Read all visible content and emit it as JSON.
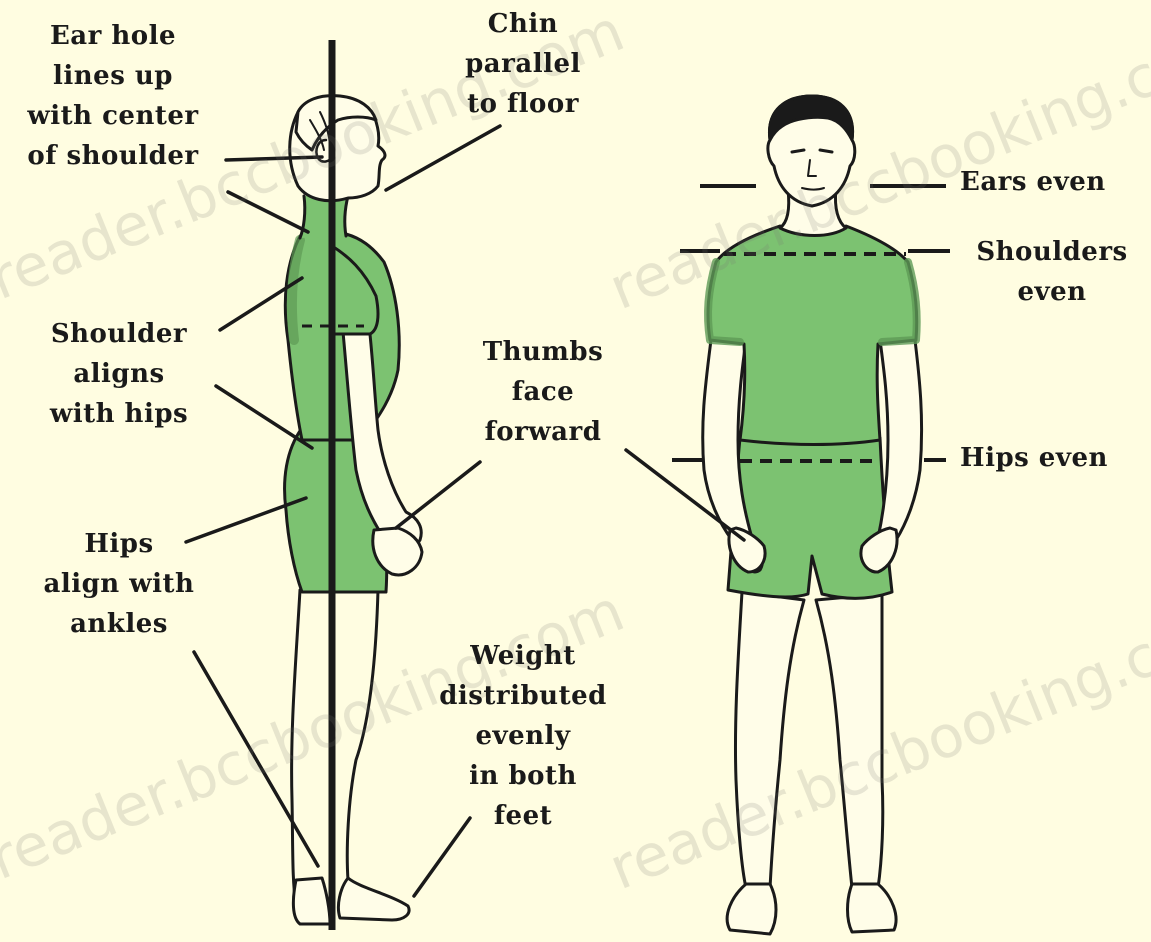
{
  "labels": {
    "ear_hole": [
      "Ear hole",
      "lines up",
      "with center",
      "of shoulder"
    ],
    "chin": [
      "Chin",
      "parallel",
      "to floor"
    ],
    "shoulder_hips": [
      "Shoulder",
      "aligns",
      "with hips"
    ],
    "thumbs": [
      "Thumbs",
      "face",
      "forward"
    ],
    "hips_ankles": [
      "Hips",
      "align with",
      "ankles"
    ],
    "weight": [
      "Weight",
      "distributed",
      "evenly",
      "in both",
      "feet"
    ],
    "ears_even": [
      "Ears even"
    ],
    "shoulders_even": [
      "Shoulders",
      "even"
    ],
    "hips_even": [
      "Hips even"
    ]
  },
  "watermark_text": "reader.bccbooking.com",
  "colors": {
    "background": "#FFFDE1",
    "shirt": "#7CC271",
    "shirt_dark": "#5E9A56",
    "shorts": "#7CC271",
    "skin": "#FFFDE8",
    "ink": "#1a1a1a"
  }
}
